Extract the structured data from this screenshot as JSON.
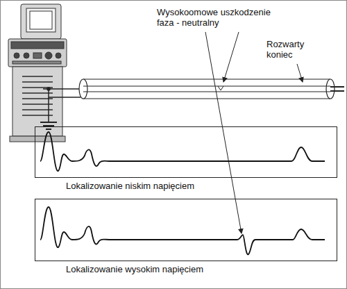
{
  "diagram": {
    "nodes": [
      {
        "text": [
          "Lokalizowanie niskim napięciem"
        ]
      },
      {
        "text": [
          "Lokalizowanie wysokim napięciem"
        ]
      }
    ],
    "labels": [
      "Wysokoomowe uszkodzenie faza - neutralny",
      "Rozwarty koniec"
    ]
  }
}
